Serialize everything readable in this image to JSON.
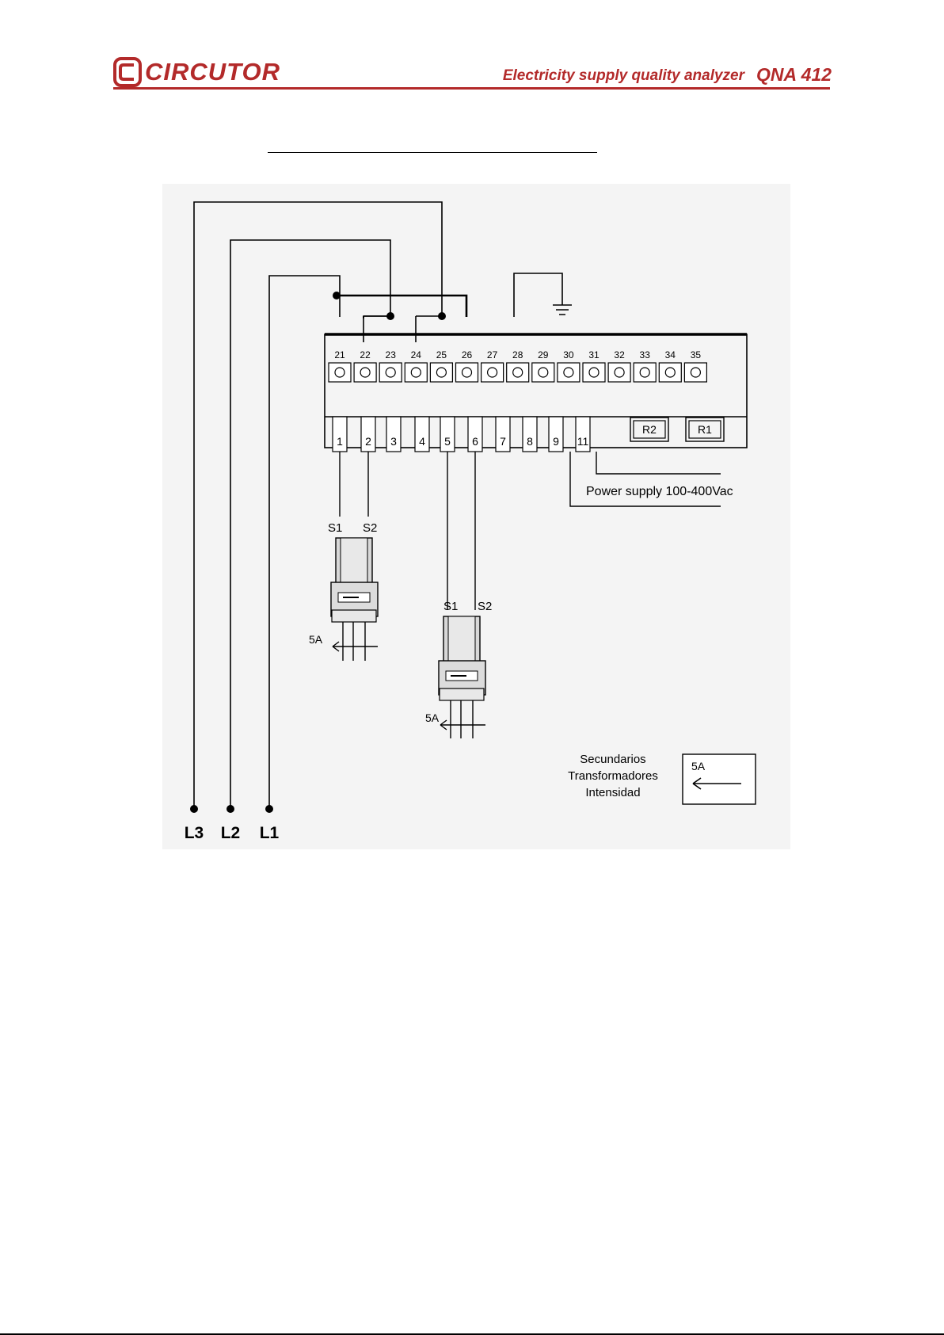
{
  "header": {
    "brand": "CIRCUTOR",
    "subtitle": "Electricity supply quality analyzer",
    "model": "QNA 412",
    "colors": {
      "accent": "#b32a2a"
    }
  },
  "terminals": {
    "top": [
      "21",
      "22",
      "23",
      "24",
      "25",
      "26",
      "27",
      "28",
      "29",
      "30",
      "31",
      "32",
      "33",
      "34",
      "35"
    ],
    "bottom": [
      "1",
      "2",
      "3",
      "4",
      "5",
      "6",
      "7",
      "8",
      "9",
      "11"
    ],
    "relays": [
      "R2",
      "R1"
    ]
  },
  "power_supply": "Power supply 100-400Vac",
  "transformers": [
    {
      "s1": "S1",
      "s2": "S2",
      "rating": "5A"
    },
    {
      "s1": "S1",
      "s2": "S2",
      "rating": "5A"
    }
  ],
  "lines": [
    "L3",
    "L2",
    "L1"
  ],
  "legend": {
    "line1": "Secundarios",
    "line2": "Transformadores",
    "line3": "Intensidad",
    "rating": "5A"
  }
}
